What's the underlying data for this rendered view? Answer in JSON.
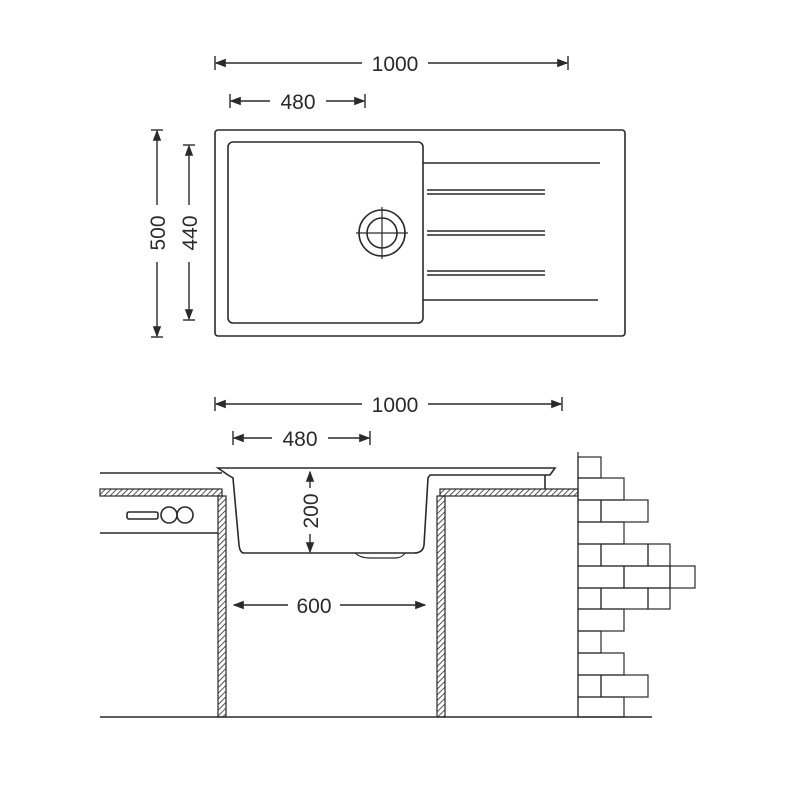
{
  "top_view": {
    "overall_length": "1000",
    "bowl_length": "480",
    "overall_width": "500",
    "bowl_width": "440"
  },
  "side_view": {
    "overall_length": "1000",
    "bowl_length": "480",
    "bowl_depth": "200",
    "cabinet_width": "600"
  },
  "colors": {
    "line": "#2a2a2a",
    "background": "#ffffff"
  }
}
